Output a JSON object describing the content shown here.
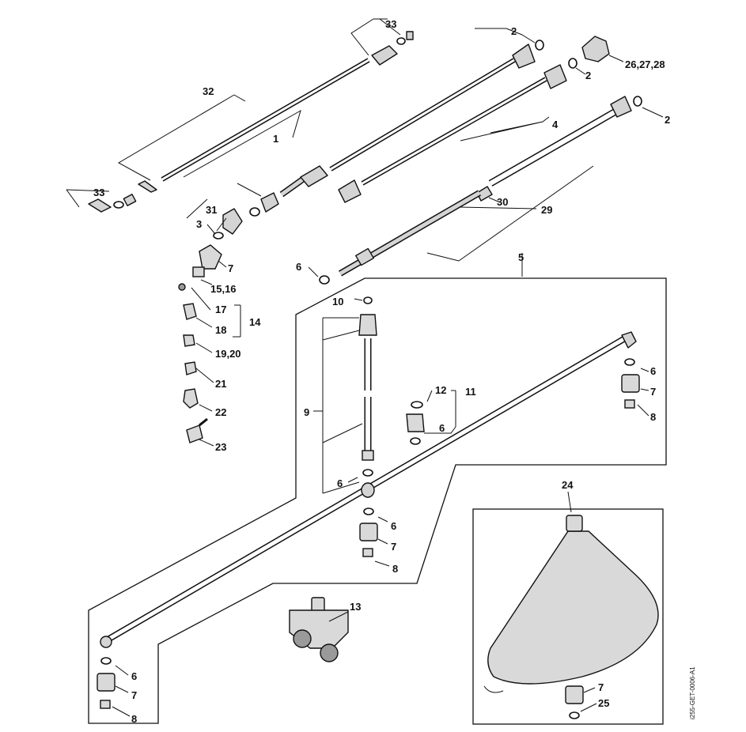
{
  "diagram": {
    "drawing_code": "i255-GET-0006-A1",
    "callouts": {
      "c33a": "33",
      "c2a": "2",
      "c26": "26,27,28",
      "c2b": "2",
      "c32": "32",
      "c2c": "2",
      "c4": "4",
      "c1": "1",
      "c33b": "33",
      "c31": "31",
      "c30": "30",
      "c29": "29",
      "c3": "3",
      "c7a": "7",
      "c5": "5",
      "c6a": "6",
      "c15": "15,16",
      "c10": "10",
      "c17": "17",
      "c14": "14",
      "c18": "18",
      "c19": "19,20",
      "c6b": "6",
      "c7b": "7",
      "c8a": "8",
      "c12": "12",
      "c11": "11",
      "c21": "21",
      "c9": "9",
      "c22": "22",
      "c6c": "6",
      "c23": "23",
      "c24": "24",
      "c6d": "6",
      "c6e": "6",
      "c7c": "7",
      "c8b": "8",
      "c13": "13",
      "c6f": "6",
      "c7d": "7",
      "c8c": "8",
      "c7e": "7",
      "c25": "25"
    }
  }
}
